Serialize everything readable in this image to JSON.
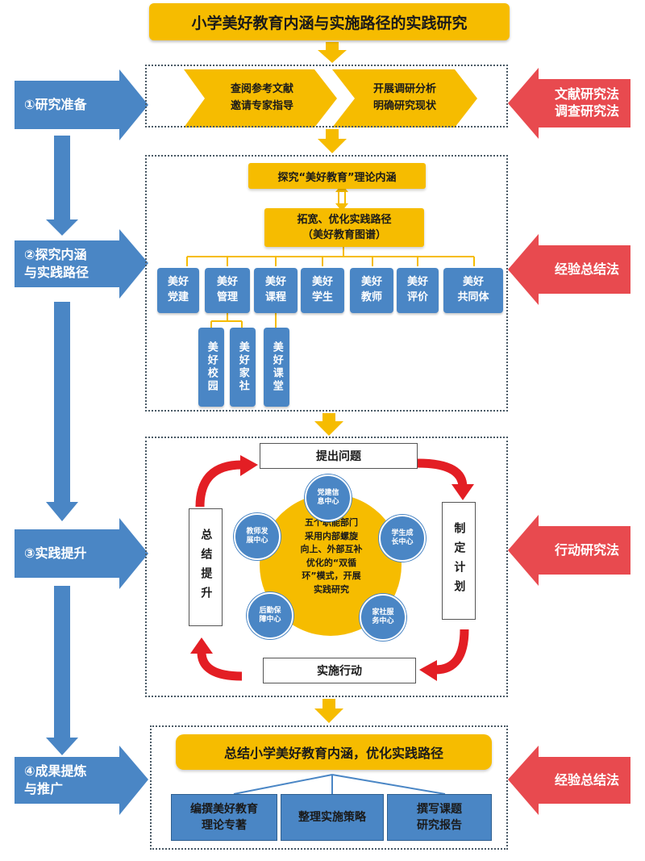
{
  "title": "小学美好教育内涵与实施路径的实践研究",
  "stages": [
    {
      "label": "①研究准备"
    },
    {
      "label": "②探究内涵\n与实践路径"
    },
    {
      "label": "③实践提升"
    },
    {
      "label": "④成果提炼\n与推广"
    }
  ],
  "methods": [
    {
      "label": "文献研究法\n调查研究法"
    },
    {
      "label": "经验总结法"
    },
    {
      "label": "行动研究法"
    },
    {
      "label": "经验总结法"
    }
  ],
  "stage1": {
    "chevrons": [
      {
        "text": "查阅参考文献\n邀请专家指导"
      },
      {
        "text": "开展调研分析\n明确研究现状"
      }
    ]
  },
  "stage2": {
    "top": "探究“美好教育”理论内涵",
    "middle": "拓宽、优化实践路径\n（美好教育图谱）",
    "items": [
      "美好\n党建",
      "美好\n管理",
      "美好\n课程",
      "美好\n学生",
      "美好\n教师",
      "美好\n评价",
      "美好\n共同体"
    ],
    "subitems": [
      "美好校园",
      "美好家社",
      "美好课堂"
    ]
  },
  "stage3": {
    "cycle": {
      "top": "提出问题",
      "right": "制定计划",
      "bottom": "实施行动",
      "left": "总结提升"
    },
    "center": "五个职能部门\n采用内部螺旋\n向上、外部互补\n优化的“双循\n环”模式，开展\n实践研究",
    "departments": [
      "党建信\n息中心",
      "学生成\n长中心",
      "家社服\n务中心",
      "后勤保\n障中心",
      "教师发\n展中心"
    ]
  },
  "stage4": {
    "summary": "总结小学美好教育内涵，优化实践路径",
    "outcomes": [
      "编撰美好教育\n理论专著",
      "整理实施策略",
      "撰写课题\n研究报告"
    ]
  },
  "colors": {
    "yellow": "#f6bc00",
    "blue": "#4a86c5",
    "red": "#e84a4f",
    "cycle_red": "#e31e24"
  }
}
